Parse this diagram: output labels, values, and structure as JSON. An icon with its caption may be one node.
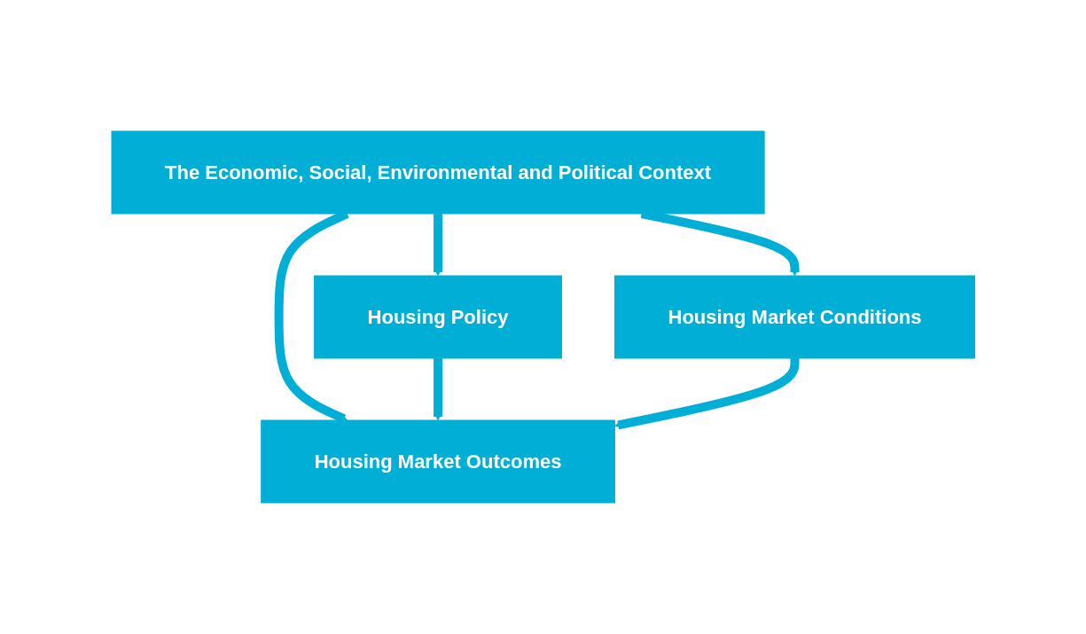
{
  "diagram": {
    "nodes": [
      {
        "text": [
          "The Economic, Social, Environmental and Political Context"
        ]
      },
      {
        "text": [
          "Housing Policy"
        ]
      },
      {
        "text": [
          "Housing Market Conditions"
        ]
      },
      {
        "text": [
          "Housing Market Outcomes"
        ]
      }
    ],
    "edges": [
      {
        "from": 0,
        "to": 3,
        "arrow": "to"
      },
      {
        "from": 0,
        "to": 2,
        "arrow": "to"
      },
      {
        "from": 0,
        "to": 1,
        "arrow": "to"
      },
      {
        "from": 1,
        "to": 3,
        "arrow": "to"
      },
      {
        "from": 2,
        "to": 3,
        "arrow": "to"
      }
    ]
  }
}
